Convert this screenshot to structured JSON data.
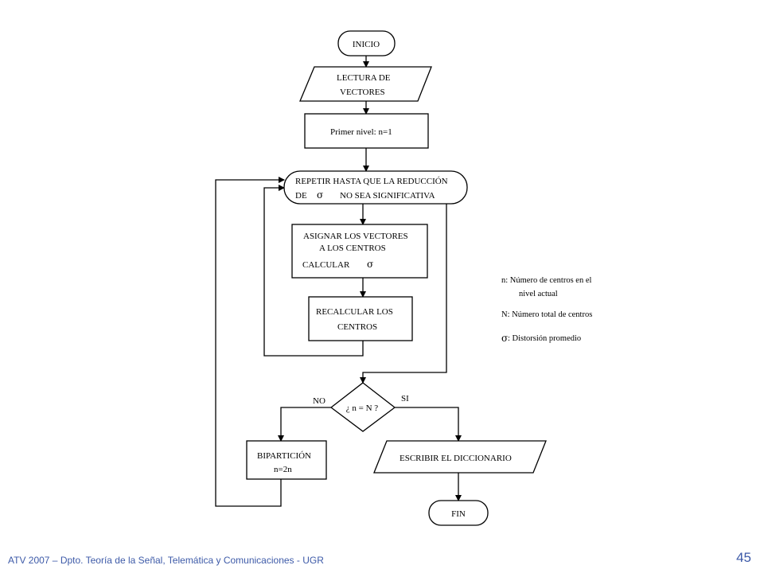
{
  "flowchart": {
    "start": "INICIO",
    "read_line1": "LECTURA DE",
    "read_line2": "VECTORES",
    "init": "Primer nivel:  n=1",
    "loop_line1": "REPETIR HASTA QUE LA REDUCCIÓN",
    "loop_de": "DE",
    "loop_sigma": "σ",
    "loop_line2_rest": "NO SEA SIGNIFICATIVA",
    "assign_line1": "ASIGNAR  LOS VECTORES",
    "assign_line2": "A LOS CENTROS",
    "assign_calc": "CALCULAR",
    "assign_sigma": "σ",
    "recalc_line1": "RECALCULAR  LOS",
    "recalc_line2": "CENTROS",
    "decision": "¿ n = N ?",
    "no_label": "NO",
    "yes_label": "SI",
    "split_line1": "BIPARTICIÓN",
    "split_line2": "n=2n",
    "write": "ESCRIBIR  EL  DICCIONARIO",
    "end": "FIN"
  },
  "legend": {
    "n_line1": "n:   Número de centros en el",
    "n_line2": "nivel actual",
    "N_line": "N:   Número total de centros",
    "sigma_symbol": "σ",
    "sigma_text": ":    Distorsión promedio"
  },
  "footer": {
    "text": "ATV 2007 – Dpto. Teoría de la Señal, Telemática y Comunicaciones - UGR",
    "page_number": "45"
  },
  "colors": {
    "footer_text": "#3d5aa8",
    "lines": "#000000"
  }
}
